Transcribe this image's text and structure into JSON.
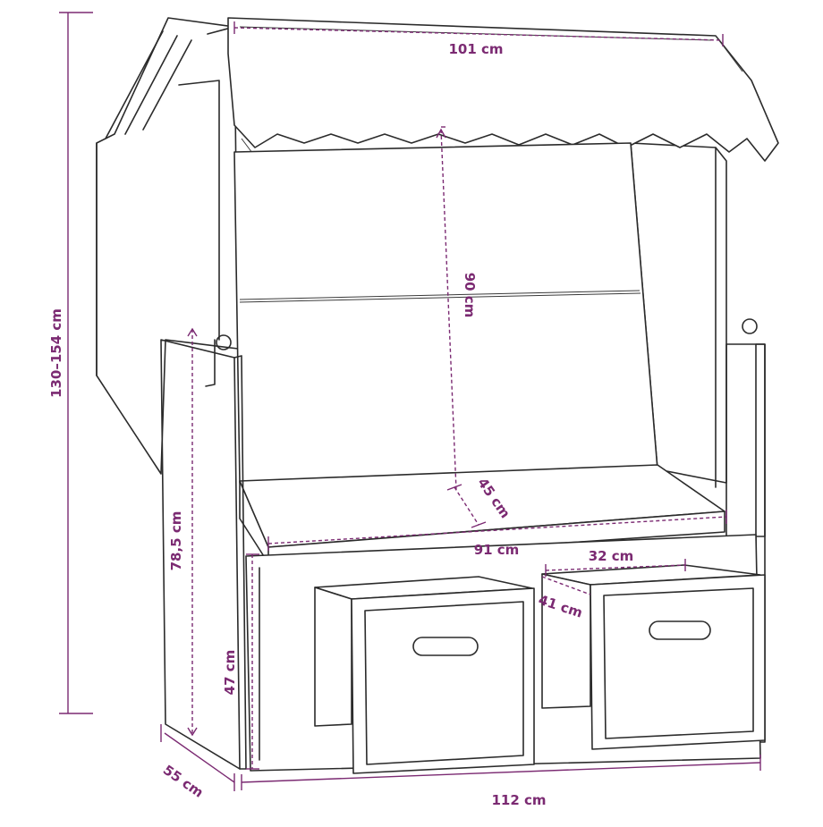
{
  "colors": {
    "dimension": "#7b2a72",
    "line": "#2b2b2b",
    "background": "#ffffff"
  },
  "dimensions": {
    "canopy_width": "101 cm",
    "backrest_height": "90 cm",
    "total_height": "130–154 cm",
    "seat_depth": "45 cm",
    "seat_width": "91 cm",
    "armrest_height": "78,5 cm",
    "footrest_width": "32 cm",
    "footrest_depth": "41 cm",
    "base_height": "47 cm",
    "total_depth": "55 cm",
    "total_width": "112 cm"
  }
}
